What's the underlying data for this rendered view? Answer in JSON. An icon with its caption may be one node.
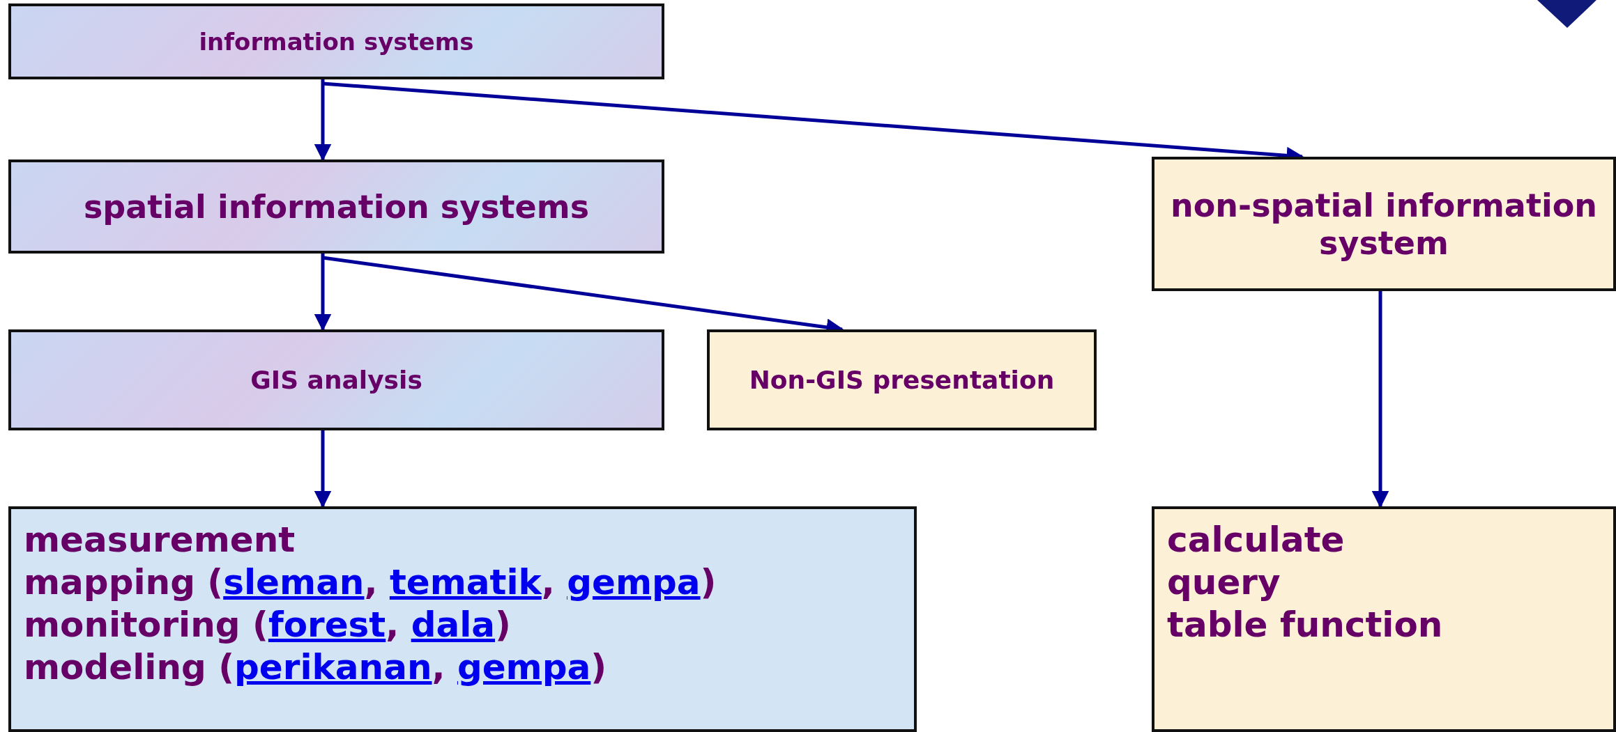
{
  "diagram": {
    "nodes": [
      {
        "text": [
          "information systems"
        ]
      },
      {
        "text": [
          "spatial information systems"
        ]
      },
      {
        "text": [
          "non-spatial information system"
        ]
      },
      {
        "text": [
          "GIS analysis"
        ]
      },
      {
        "text": [
          "Non-GIS presentation"
        ]
      },
      {
        "text": [
          "measurement",
          "mapping (sleman, tematik, gempa)",
          "monitoring (forest, dala)",
          "modeling (perikanan, gempa)"
        ]
      },
      {
        "text": [
          "calculate",
          "query",
          "table function"
        ]
      }
    ],
    "edges": [
      {
        "from": 0,
        "to": 1,
        "arrow": "to"
      },
      {
        "from": 0,
        "to": 2,
        "arrow": "to"
      },
      {
        "from": 1,
        "to": 3,
        "arrow": "to"
      },
      {
        "from": 1,
        "to": 4,
        "arrow": "to"
      },
      {
        "from": 3,
        "to": 5,
        "arrow": "to"
      },
      {
        "from": 2,
        "to": 6,
        "arrow": "to"
      }
    ]
  }
}
